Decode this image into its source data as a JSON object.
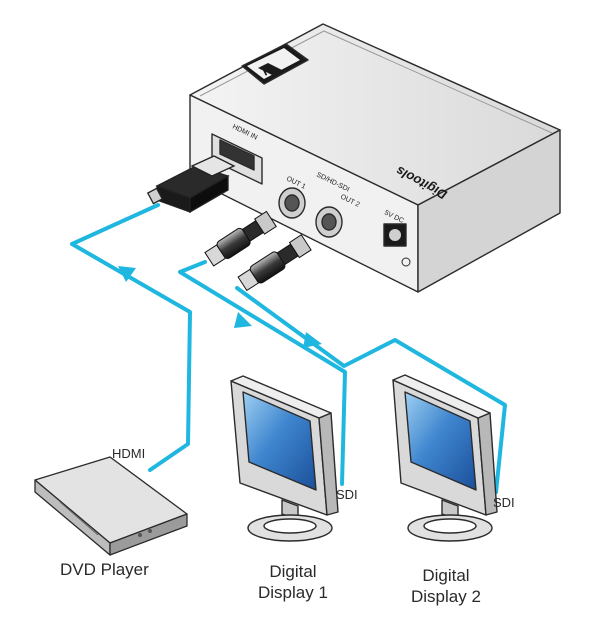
{
  "device": {
    "brand_logo": "K",
    "product_line": "Digitools",
    "ports": {
      "hdmi_in": "HDMI IN",
      "sdi_group": "SD/HD-SDI",
      "out1": "OUT 1",
      "out2": "OUT 2",
      "power": "5V DC"
    }
  },
  "cables": {
    "hdmi": "HDMI",
    "sdi1": "SDI",
    "sdi2": "SDI"
  },
  "endpoints": {
    "dvd_player": "DVD Player",
    "display1_line1": "Digital",
    "display1_line2": "Display 1",
    "display2_line1": "Digital",
    "display2_line2": "Display 2"
  },
  "colors": {
    "cable": "#1fb7e0",
    "device_body": "#e9e9e9",
    "screen": "#3f86cf",
    "outline": "#2b2b2b"
  }
}
